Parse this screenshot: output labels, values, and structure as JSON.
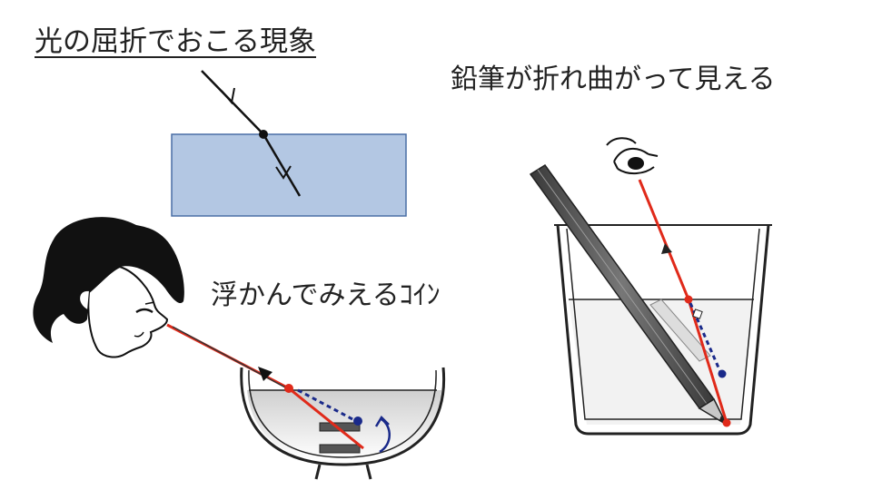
{
  "diagram": {
    "title": "光の屈折でおこる現象",
    "pencil_caption": "鉛筆が折れ曲がって見える",
    "coin_caption": "浮かんでみえるｺｲﾝ"
  },
  "colors": {
    "glass_block_fill": "#b3c7e3",
    "glass_block_stroke": "#4a6fa5",
    "ray_red": "#e02a1a",
    "ray_blue": "#1a2a8a",
    "water_fill": "#d9d9d9",
    "outline": "#222222",
    "pencil_body": "#555555"
  }
}
